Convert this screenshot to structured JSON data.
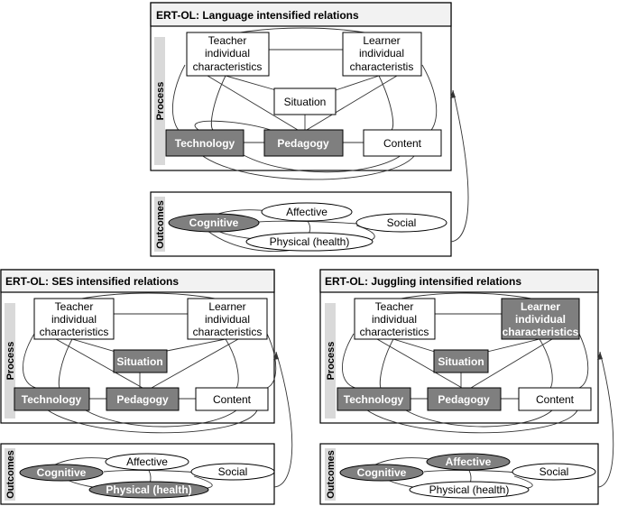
{
  "panels": {
    "language": {
      "title": "ERT-OL: Language intensified relations",
      "process_label": "Process",
      "outcomes_label": "Outcomes",
      "teacher": [
        "Teacher",
        "individual",
        "characteristics"
      ],
      "learner": [
        "Learner",
        "individual",
        "characteristis"
      ],
      "situation": "Situation",
      "technology": "Technology",
      "pedagogy": "Pedagogy",
      "content": "Content",
      "affective": "Affective",
      "cognitive": "Cognitive",
      "social": "Social",
      "physical": "Physical (health)"
    },
    "ses": {
      "title": "ERT-OL: SES intensified relations",
      "process_label": "Process",
      "outcomes_label": "Outcomes",
      "teacher": [
        "Teacher",
        "individual",
        "characteristics"
      ],
      "learner": [
        "Learner",
        "individual",
        "characteristics"
      ],
      "situation": "Situation",
      "technology": "Technology",
      "pedagogy": "Pedagogy",
      "content": "Content",
      "affective": "Affective",
      "cognitive": "Cognitive",
      "social": "Social",
      "physical": "Physical (health)"
    },
    "juggling": {
      "title": "ERT-OL: Juggling intensified relations",
      "process_label": "Process",
      "outcomes_label": "Outcomes",
      "teacher": [
        "Teacher",
        "individual",
        "characteristics"
      ],
      "learner": [
        "Learner",
        "individual",
        "characteristics"
      ],
      "situation": "Situation",
      "technology": "Technology",
      "pedagogy": "Pedagogy",
      "content": "Content",
      "affective": "Affective",
      "cognitive": "Cognitive",
      "social": "Social",
      "physical": "Physical (health)"
    }
  },
  "colors": {
    "highlight_fill": "#7f7f7f",
    "highlight_text": "#ffffff",
    "normal_fill": "#ffffff",
    "normal_text": "#000000",
    "title_fill": "#f2f2f2",
    "side_fill": "#d9d9d9",
    "stroke": "#000000"
  }
}
